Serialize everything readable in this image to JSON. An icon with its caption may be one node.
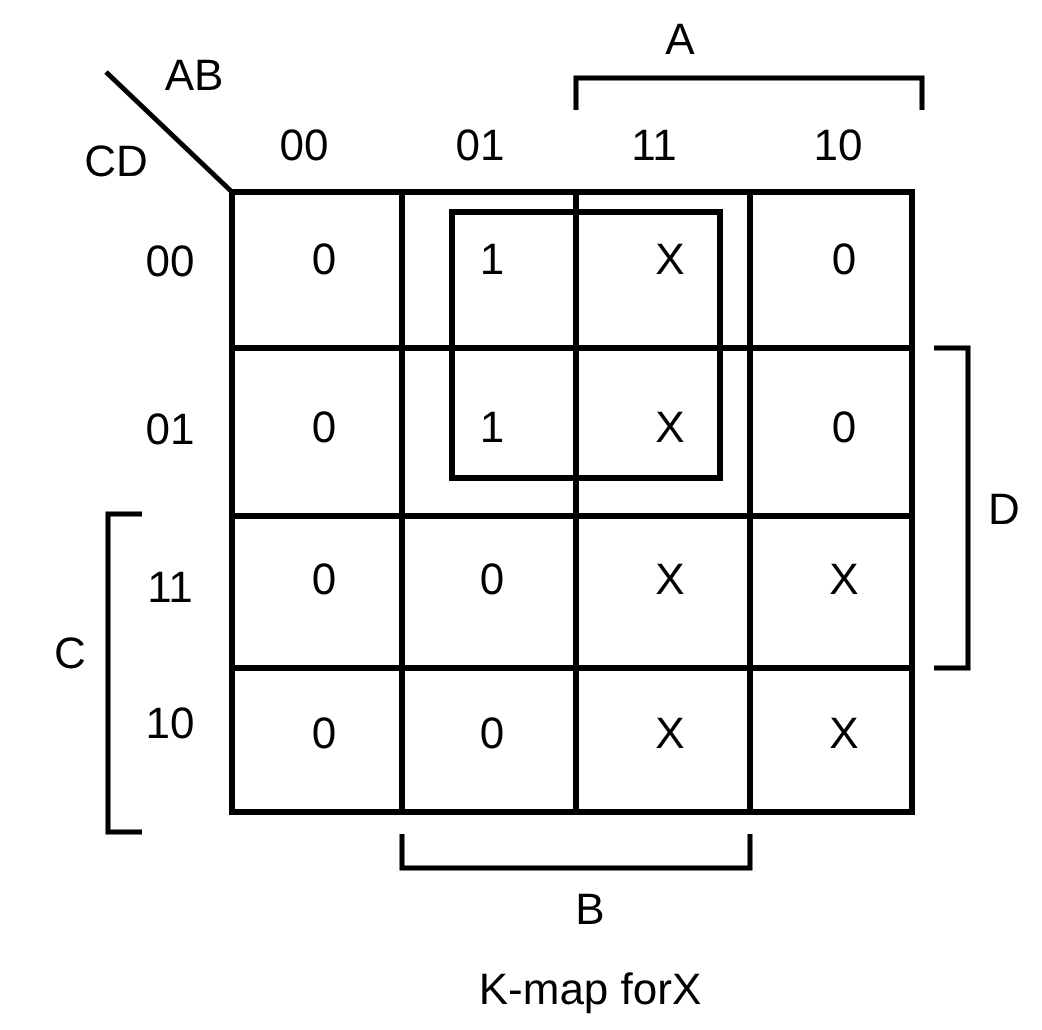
{
  "diagram": {
    "caption": "K-map forX",
    "labels": [
      "A",
      "AB",
      "CD",
      "00",
      "01",
      "11",
      "10",
      "00",
      "0",
      "1",
      "X",
      "0",
      "01",
      "0",
      "1",
      "X",
      "0",
      "11",
      "0",
      "0",
      "X",
      "X",
      "10",
      "0",
      "0",
      "X",
      "X",
      "D",
      "C",
      "B"
    ]
  }
}
